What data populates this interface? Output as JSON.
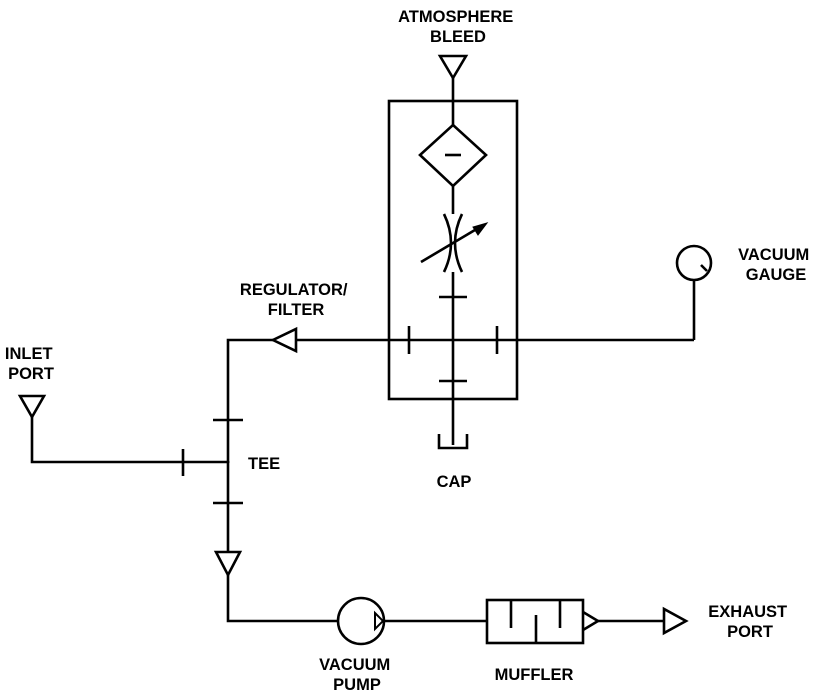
{
  "diagram": {
    "labels": {
      "atmosphere_bleed": [
        "ATMOSPHERE",
        "BLEED"
      ],
      "vacuum_gauge": [
        "VACUUM",
        "GAUGE"
      ],
      "regulator_filter": [
        "REGULATOR/",
        "FILTER"
      ],
      "inlet_port": [
        "INLET",
        "PORT"
      ],
      "tee": [
        "TEE"
      ],
      "cap": [
        "CAP"
      ],
      "exhaust_port": [
        "EXHAUST",
        "PORT"
      ],
      "vacuum_pump": [
        "VACUUM",
        "PUMP"
      ],
      "muffler": [
        "MUFFLER"
      ]
    },
    "line_color": "#000000",
    "background": "#ffffff"
  }
}
